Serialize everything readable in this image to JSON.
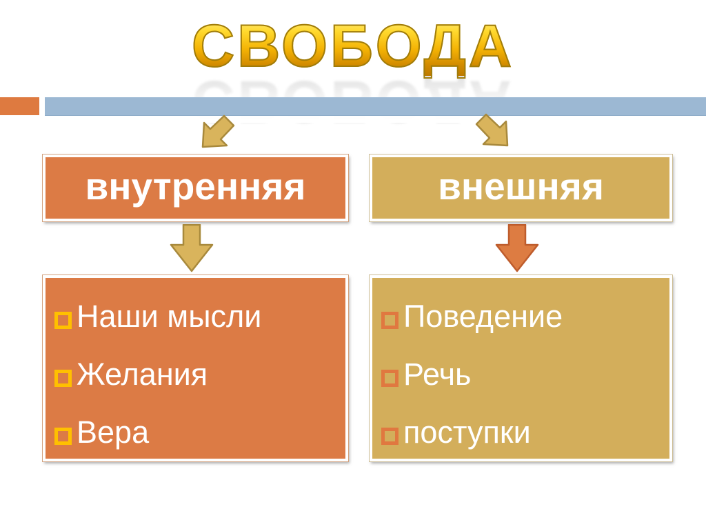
{
  "title": {
    "text": "СВОБОДА"
  },
  "branches": [
    {
      "label": "внутренняя",
      "items": [
        "Наши мысли",
        "Желания",
        "Вера"
      ]
    },
    {
      "label": "внешняя",
      "items": [
        "Поведение",
        "Речь",
        "поступки"
      ]
    }
  ],
  "colors": {
    "accent_orange": "#DC7B45",
    "accent_tan": "#D3AE5B",
    "bar_blue": "#9CB8D3",
    "bullet_gold": "#FFC000",
    "bullet_orange": "#E07840",
    "title_gold_top": "#FFD92E",
    "title_gold_bottom": "#BD7A00",
    "arrow_tan": "#D9B45C",
    "arrow_orange": "#DD7C42"
  }
}
